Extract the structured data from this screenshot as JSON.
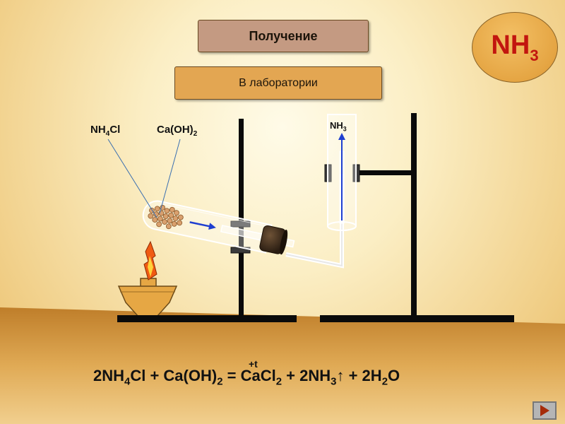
{
  "title": "Получение",
  "subtitle": "В лаборатории",
  "badge": {
    "text": "NH",
    "sub": "3"
  },
  "labels": {
    "nh4cl": {
      "a": "NH",
      "sub": "4",
      "b": "Cl"
    },
    "caoh2": {
      "a": "Ca(OH)",
      "sub": "2"
    },
    "nh3": {
      "a": "NH",
      "sub": "3"
    }
  },
  "equation": {
    "p1": "2NH",
    "s1": "4",
    "p2": "Cl + Ca(OH)",
    "s2": "2",
    "p3": " = CaCl",
    "s3": "2",
    "p4": " + 2NH",
    "s4": "3",
    "p5": "↑ + 2H",
    "s5": "2",
    "p6": "O",
    "condition": "+t"
  },
  "colors": {
    "apparatus": "#0a0a0a",
    "stopper": "#2a1d12",
    "flame_outer": "#f05a12",
    "flame_inner": "#ffd23a",
    "burner": "#e6a744",
    "granules": "#d9a06e",
    "gas_arrow": "#1f3fd0",
    "badge_text": "#c2160f",
    "next_arrow": "#a62c0a"
  },
  "icons": {
    "next": "play-arrow-icon"
  }
}
